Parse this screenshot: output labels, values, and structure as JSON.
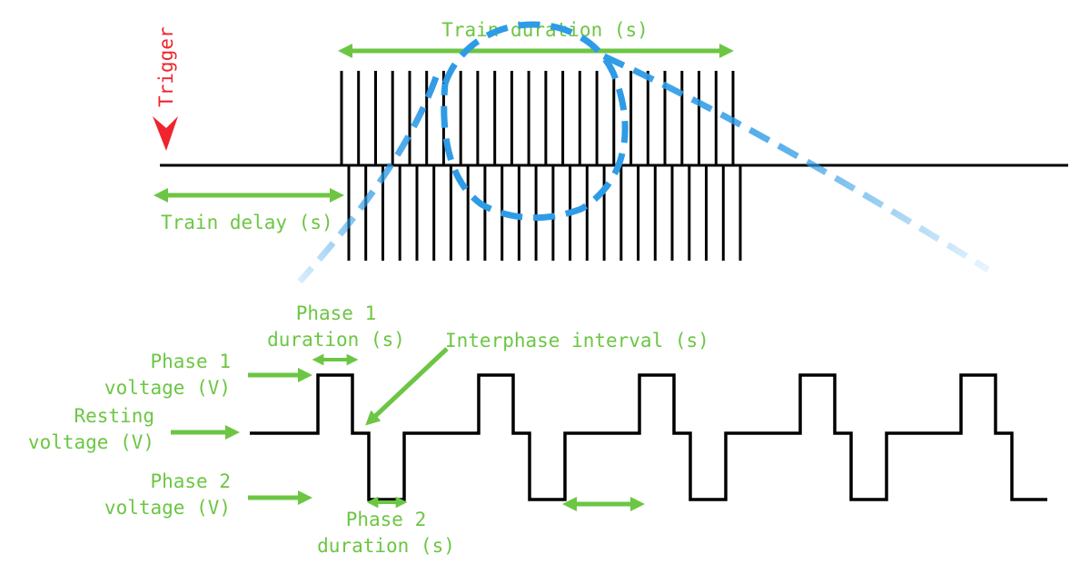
{
  "labels": {
    "trigger": "Trigger",
    "train_duration": "Train duration (s)",
    "train_delay": "Train delay (s)",
    "phase1_duration_line1": "Phase 1",
    "phase1_duration_line2": "duration (s)",
    "interphase_interval": "Interphase interval (s)",
    "phase1_voltage_line1": "Phase 1",
    "phase1_voltage_line2": "voltage (V)",
    "resting_voltage_line1": "Resting",
    "resting_voltage_line2": "voltage (V)",
    "phase2_voltage_line1": "Phase 2",
    "phase2_voltage_line2": "voltage (V)",
    "phase2_duration_line1": "Phase 2",
    "phase2_duration_line2": "duration (s)"
  },
  "pulse_train": {
    "pulse_count": 24
  },
  "waveform": {
    "pulse_count": 5
  },
  "colors": {
    "label": "#6cc644",
    "trigger": "#f0242c",
    "line": "#000000",
    "zoom_outline": "#2e9be6"
  }
}
